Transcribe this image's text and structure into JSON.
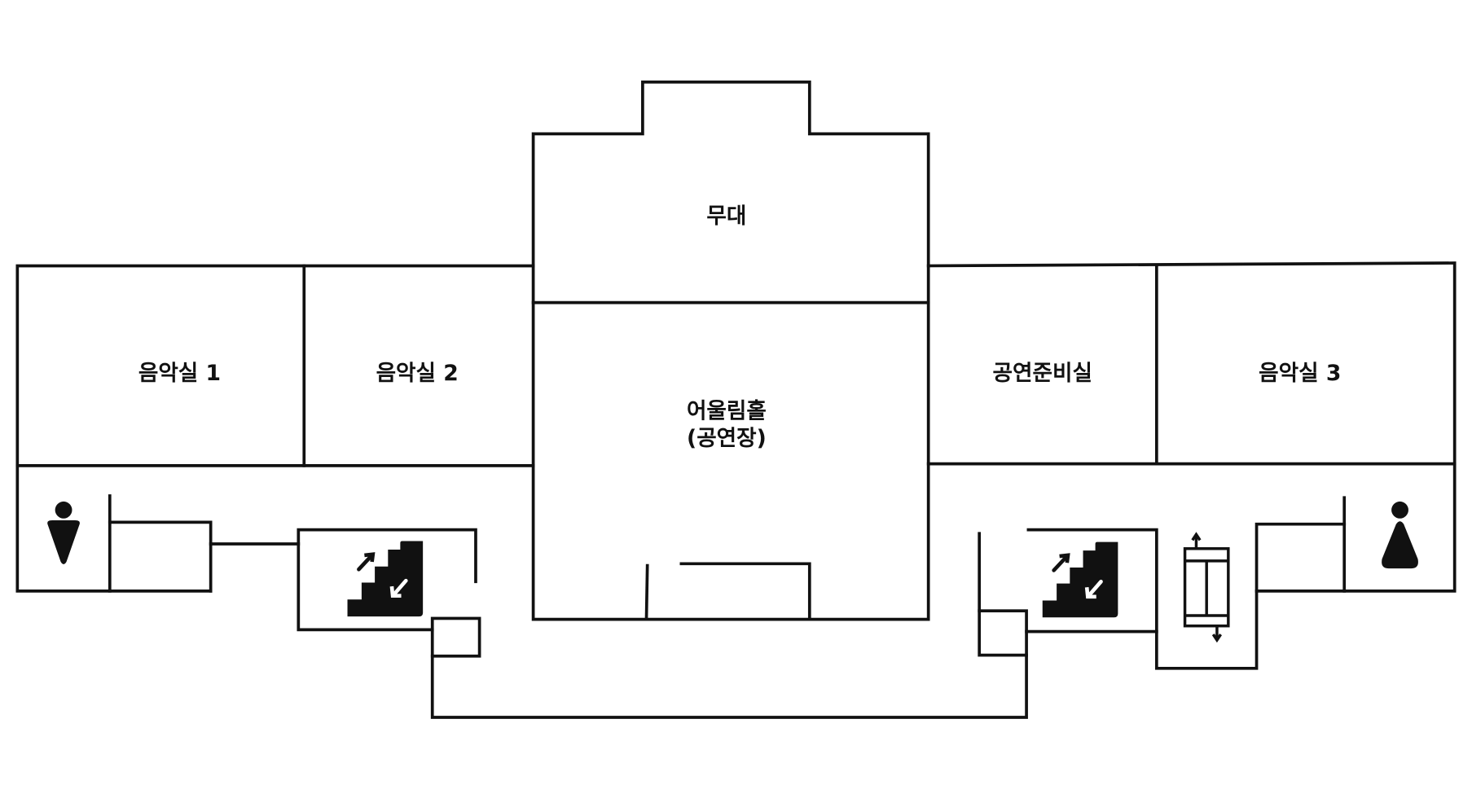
{
  "rooms": {
    "music1": "음악실 1",
    "music2": "음악실 2",
    "stage": "무대",
    "hall": "어울림홀",
    "hall_sub": "(공연장)",
    "prep": "공연준비실",
    "music3": "음악실 3"
  },
  "icons": [
    "male-restroom-icon",
    "stairs-icon",
    "stairs-icon",
    "elevator-icon",
    "female-restroom-icon"
  ],
  "colors": {
    "line": "#111111",
    "background": "#ffffff"
  }
}
